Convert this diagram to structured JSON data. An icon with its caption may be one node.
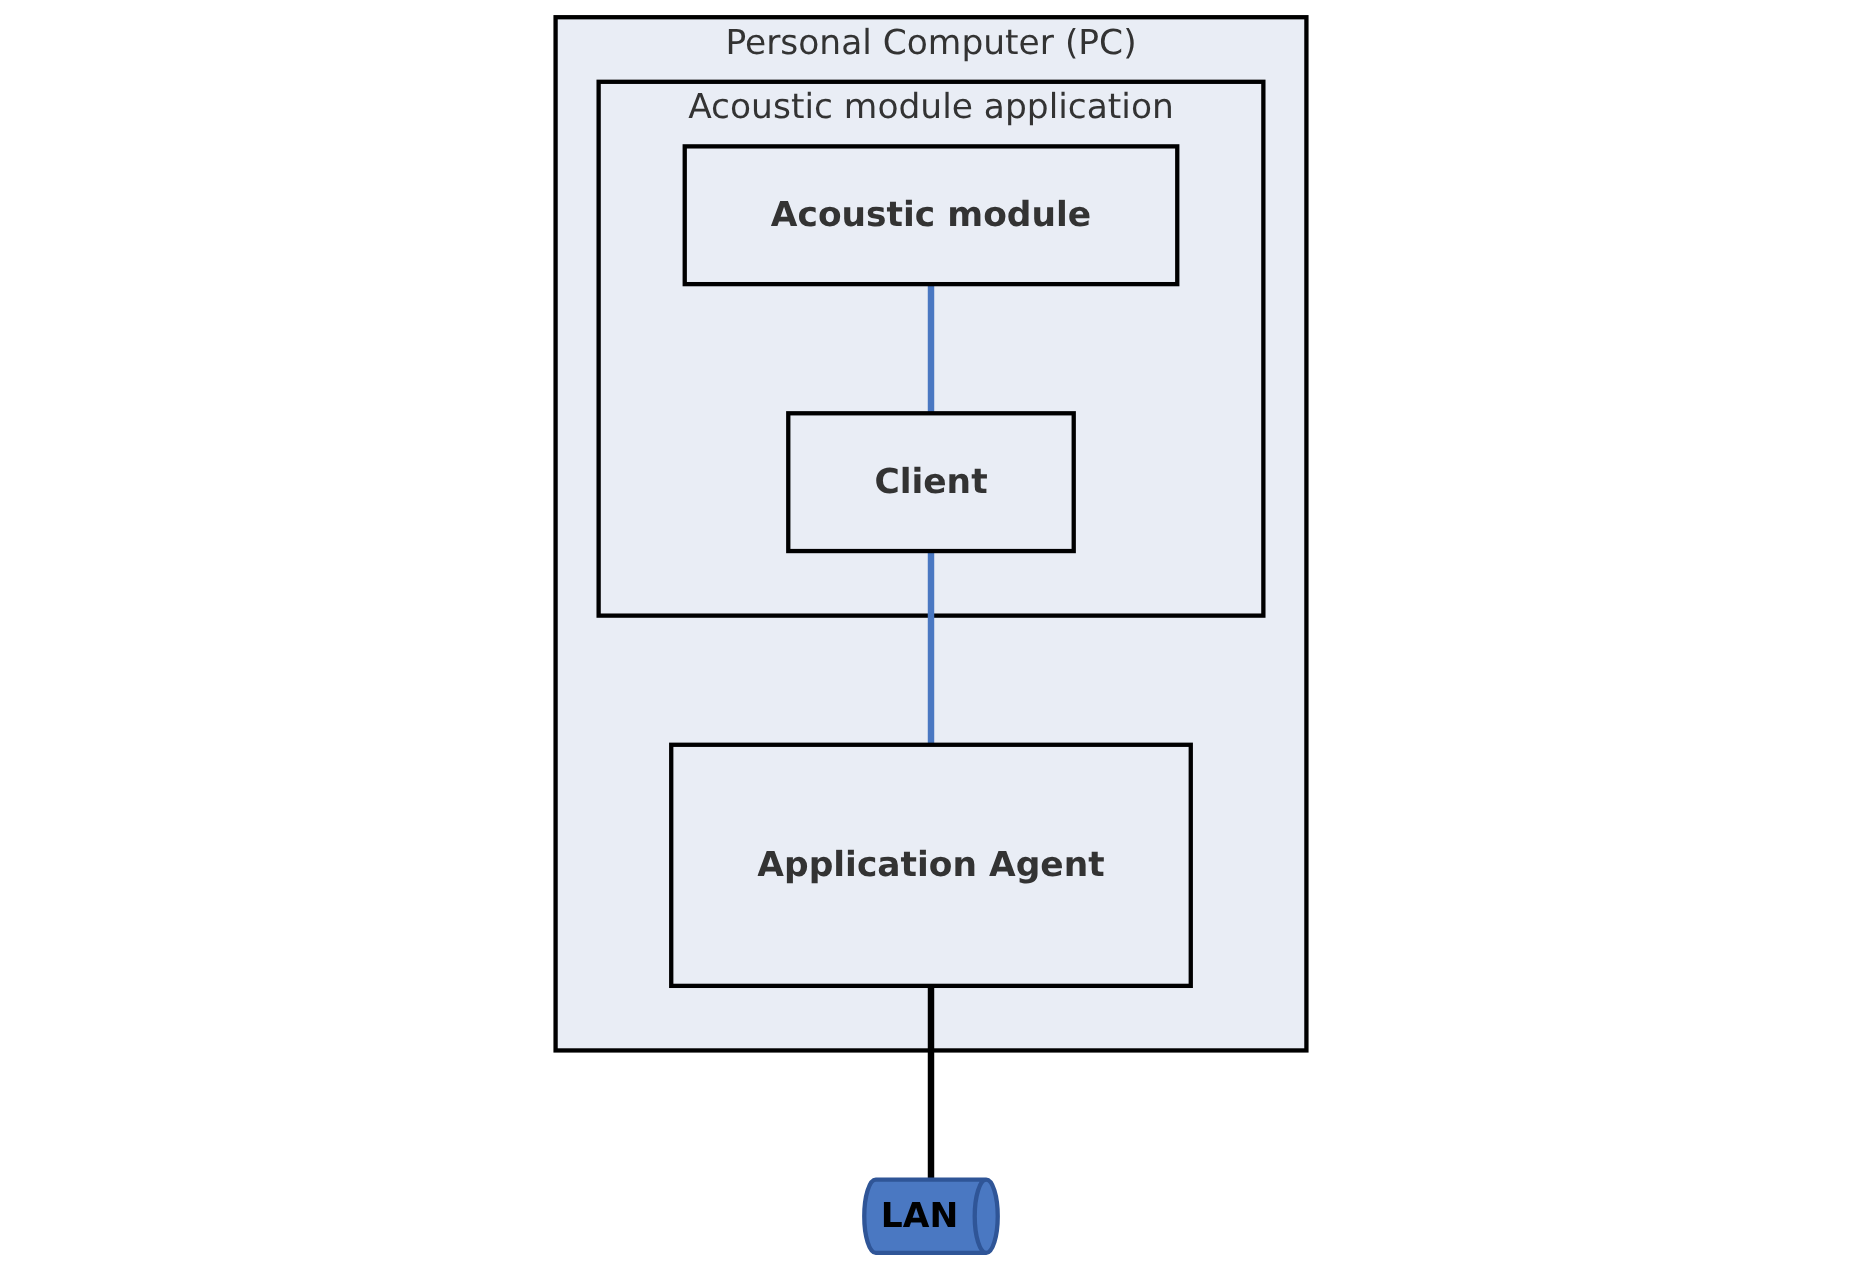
{
  "diagram": {
    "nodes": [
      {
        "text": [
          "Personal Computer (PC)"
        ]
      },
      {
        "text": [
          "Acoustic module application"
        ],
        "in": 0
      },
      {
        "text": [
          "Acoustic module"
        ],
        "in": 1
      },
      {
        "text": [
          "Client"
        ],
        "in": 1
      },
      {
        "text": [
          "Application Agent"
        ],
        "in": 0
      },
      {
        "text": [
          "LAN"
        ]
      }
    ],
    "edges": [
      {
        "from": 2,
        "to": 3,
        "arrow": "none"
      },
      {
        "from": 3,
        "to": 4,
        "arrow": "none"
      },
      {
        "from": 4,
        "to": 5,
        "arrow": "none",
        "color": "#000000"
      }
    ]
  }
}
